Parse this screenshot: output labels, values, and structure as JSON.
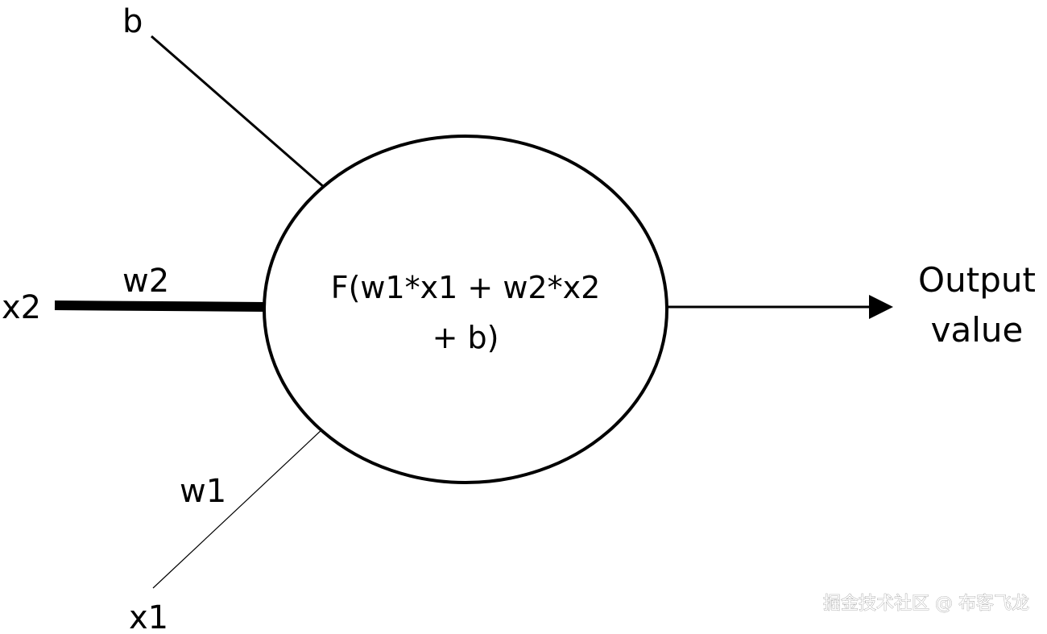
{
  "diagram": {
    "node": {
      "formula_line1": "F(w1*x1 + w2*x2",
      "formula_line2": "+ b)"
    },
    "inputs": {
      "bias": {
        "label": "b"
      },
      "x2": {
        "label": "x2",
        "weight": "w2"
      },
      "x1": {
        "label": "x1",
        "weight": "w1"
      }
    },
    "output": {
      "line1": "Output",
      "line2": "value"
    }
  },
  "watermark": {
    "text": "掘金技术社区 @ 布客飞龙"
  },
  "colors": {
    "stroke": "#000000",
    "background": "#ffffff"
  }
}
